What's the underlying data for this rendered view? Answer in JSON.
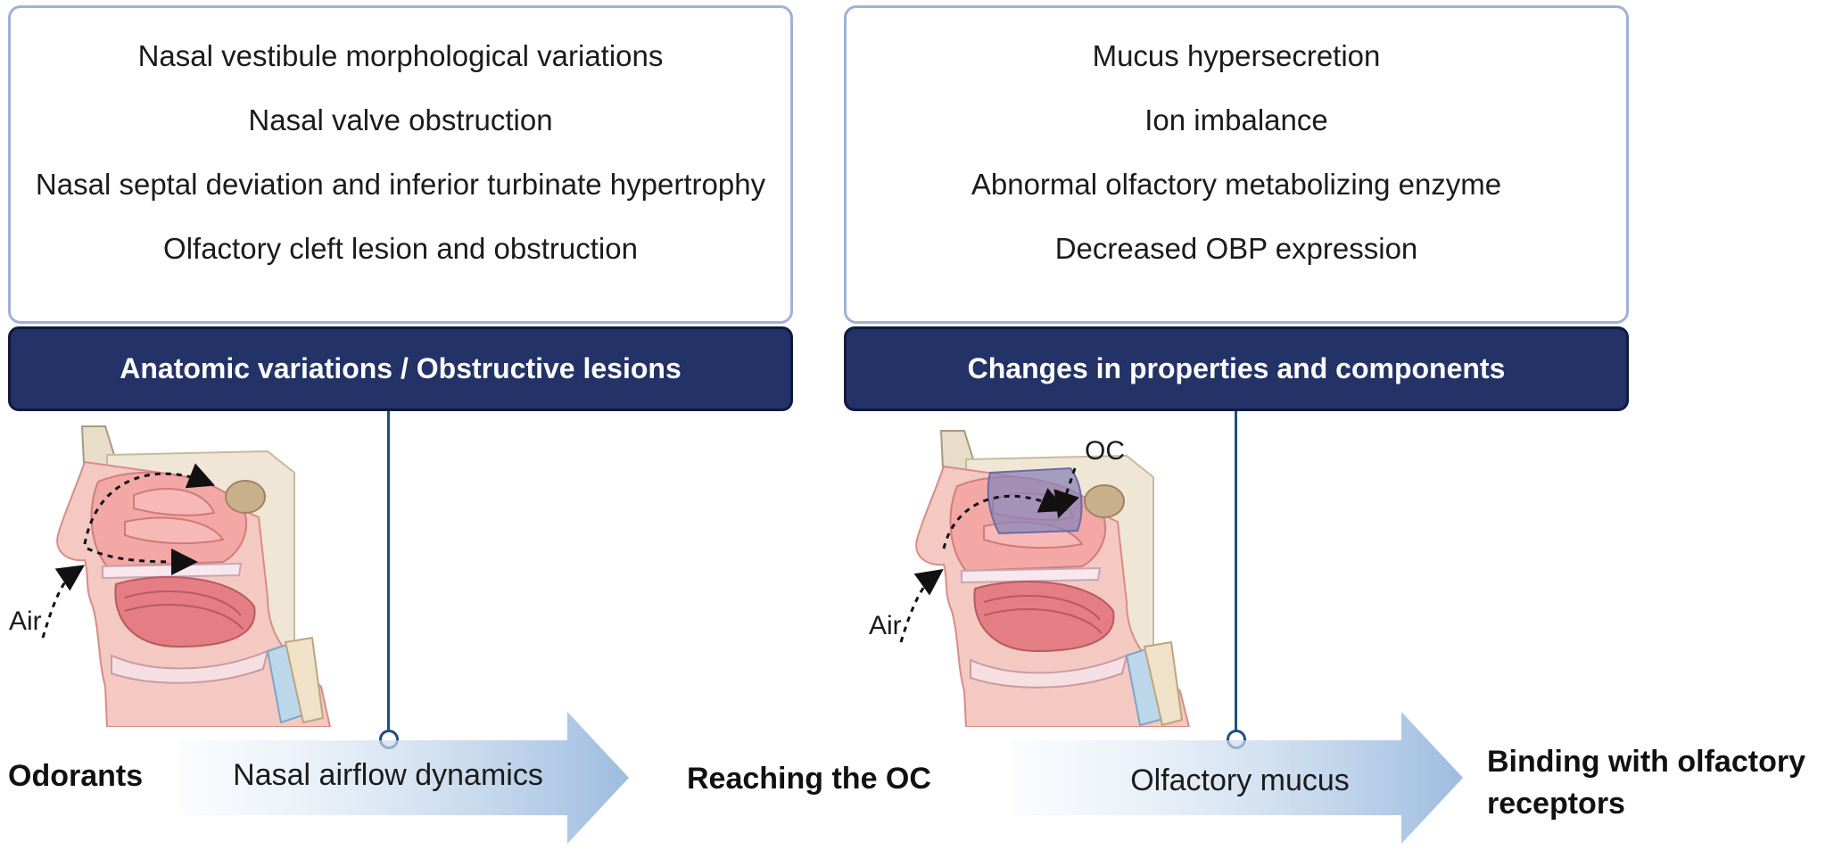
{
  "left_panel": {
    "factors": [
      "Nasal vestibule morphological variations",
      "Nasal valve obstruction",
      "Nasal septal deviation and inferior turbinate hypertrophy",
      "Olfactory cleft lesion and obstruction"
    ],
    "header": "Anatomic variations / Obstructive lesions"
  },
  "right_panel": {
    "factors": [
      "Mucus hypersecretion",
      "Ion imbalance",
      "Abnormal olfactory metabolizing enzyme",
      "Decreased OBP expression"
    ],
    "header": "Changes in properties and components"
  },
  "illustrations": {
    "left_head_label": "Air",
    "right_head_air_label": "Air",
    "right_head_region_label": "OC"
  },
  "flow": {
    "start": "Odorants",
    "arrow1": "Nasal airflow dynamics",
    "middle": "Reaching the OC",
    "arrow2": "Olfactory mucus",
    "end_line1": "Binding with olfactory",
    "end_line2": "receptors"
  },
  "colors": {
    "header_bg": "#233267",
    "box_border": "#9fb2d6",
    "connector": "#1f4e86",
    "arrow_gradient_start": "#f3f7fc",
    "arrow_gradient_end": "#9dbcdf",
    "oc_highlight": "#8a86b8"
  }
}
